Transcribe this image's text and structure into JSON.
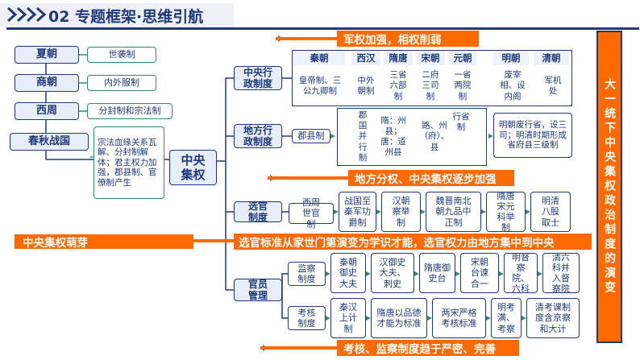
{
  "header": {
    "title": "02 专题框架·思维引航"
  },
  "left": {
    "periods": [
      "夏朝",
      "商朝",
      "西周",
      "春秋战国"
    ],
    "notes": [
      "世袭制",
      "内外服制",
      "分封制和宗法制",
      "宗法血缘关系瓦解、分封制解体；君主权力加强，郡县制、官僚制产生"
    ],
    "center": "中央集权",
    "banner": "中央集权萌芽"
  },
  "categories": [
    "中央行政制度",
    "地方行政制度",
    "选官制度",
    "官员管理"
  ],
  "banners": {
    "central": "军权加强，相权削弱",
    "local": "地方分权、中央集权逐步加强",
    "selection": "选官标准从家世门第演变为学识才能，选官权力由地方集中到中央",
    "management": "考核、监察制度趋于严密、完善"
  },
  "central": {
    "dynasties": [
      "秦朝",
      "西汉",
      "隋唐",
      "宋朝",
      "元朝",
      "明朝",
      "清朝"
    ],
    "cells": [
      "皇帝制、三公九卿制",
      "中外朝制",
      "三省六部制",
      "二府三司制",
      "一省两院制",
      "废宰相、设内阁",
      "军机处"
    ]
  },
  "local": {
    "items": [
      "郡县制",
      "郡国并行制",
      "隋：州县；唐：道州县",
      "路、州（府）、县",
      "行省制",
      "明朝废行省，设三司；明清时期形成省府县三级制"
    ]
  },
  "selection": {
    "items": [
      "西周世官制",
      "战国至秦军功爵制",
      "汉朝察举制",
      "魏晋南北朝九品中正制",
      "隋唐宋元科举制",
      "明清八股取士"
    ]
  },
  "management": {
    "supervision_label": "监察制度",
    "supervision": [
      "秦朝御史大夫",
      "汉御史大夫、刺史",
      "隋唐御史台",
      "宋朝台谏合一",
      "明督察院、六科",
      "清六科并入督察院"
    ],
    "assessment_label": "考核制度",
    "assessment": [
      "秦汉上计制",
      "隋唐以品德才能为标准",
      "两宋严格考核标准",
      "明考满、考察",
      "清考课制度含京察和大计"
    ]
  },
  "right": {
    "text": "大一统下中央集权政治制度的演变"
  }
}
